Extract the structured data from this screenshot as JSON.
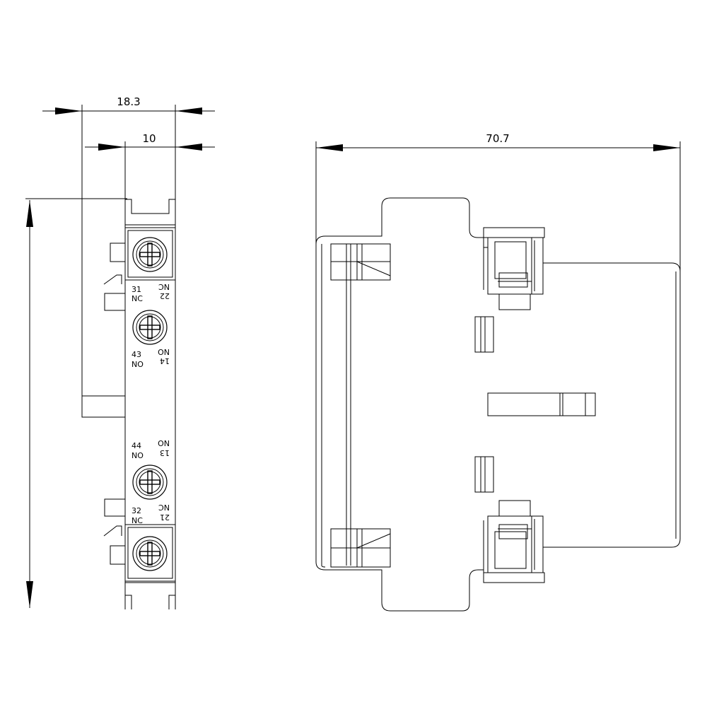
{
  "dimensions": {
    "overall_width": "18.3",
    "body_width": "10",
    "depth": "70.7"
  },
  "terminals": [
    {
      "left": "31",
      "left_sub": "NC",
      "right": "NC",
      "right_sub": "22"
    },
    {
      "left": "43",
      "left_sub": "NO",
      "right": "NO",
      "right_sub": "14"
    },
    {
      "left": "44",
      "left_sub": "NO",
      "right": "NO",
      "right_sub": "13"
    },
    {
      "left": "32",
      "left_sub": "NC",
      "right": "NC",
      "right_sub": "21"
    }
  ],
  "colors": {
    "line": "#000000",
    "background": "#ffffff"
  }
}
